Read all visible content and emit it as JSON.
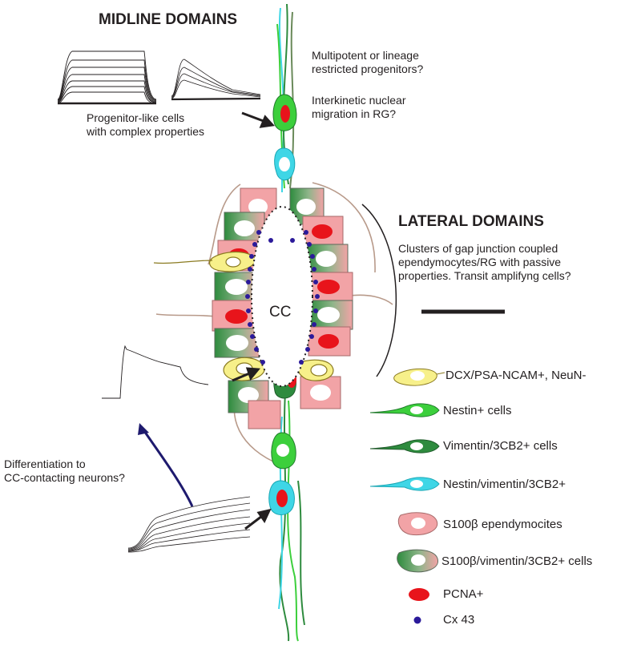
{
  "headings": {
    "midline": "MIDLINE DOMAINS",
    "lateral": "LATERAL DOMAINS"
  },
  "annotations": {
    "progenitors_question": "Multipotent or lineage\nrestricted progenitors?",
    "interkinetic": "Interkinetic nuclear\nmigration in RG?",
    "progenitor_like": "Progenitor-like cells\nwith complex properties",
    "lateral_desc": "Clusters of gap junction coupled\nependymocytes/RG with passive\nproperties. Transit amplifyng cells?",
    "differentiation": "Differentiation to\nCC-contacting neurons?",
    "central_canal": "CC"
  },
  "legend": [
    {
      "label": "DCX/PSA-NCAM+, NeuN-",
      "shape": "yellow-neuron",
      "color": "#f7f08a"
    },
    {
      "label": "Nestin+ cells",
      "shape": "bright-green-cell",
      "color": "#3ccf3c"
    },
    {
      "label": "Vimentin/3CB2+ cells",
      "shape": "dark-green-cell",
      "color": "#2e8b3e"
    },
    {
      "label": "Nestin/vimentin/3CB2+",
      "shape": "cyan-cell",
      "color": "#3fd6e6"
    },
    {
      "label": "S100β ependymocites",
      "shape": "pink-cell",
      "color": "#f2a3a6"
    },
    {
      "label": "S100β/vimentin/3CB2+ cells",
      "shape": "pink-green-cell",
      "color": "#2e8b3e"
    },
    {
      "label": "PCNA+",
      "shape": "red-nucleus",
      "color": "#e8141b"
    },
    {
      "label": "Cx 43",
      "shape": "blue-dot",
      "color": "#2b1a9a"
    }
  ]
}
